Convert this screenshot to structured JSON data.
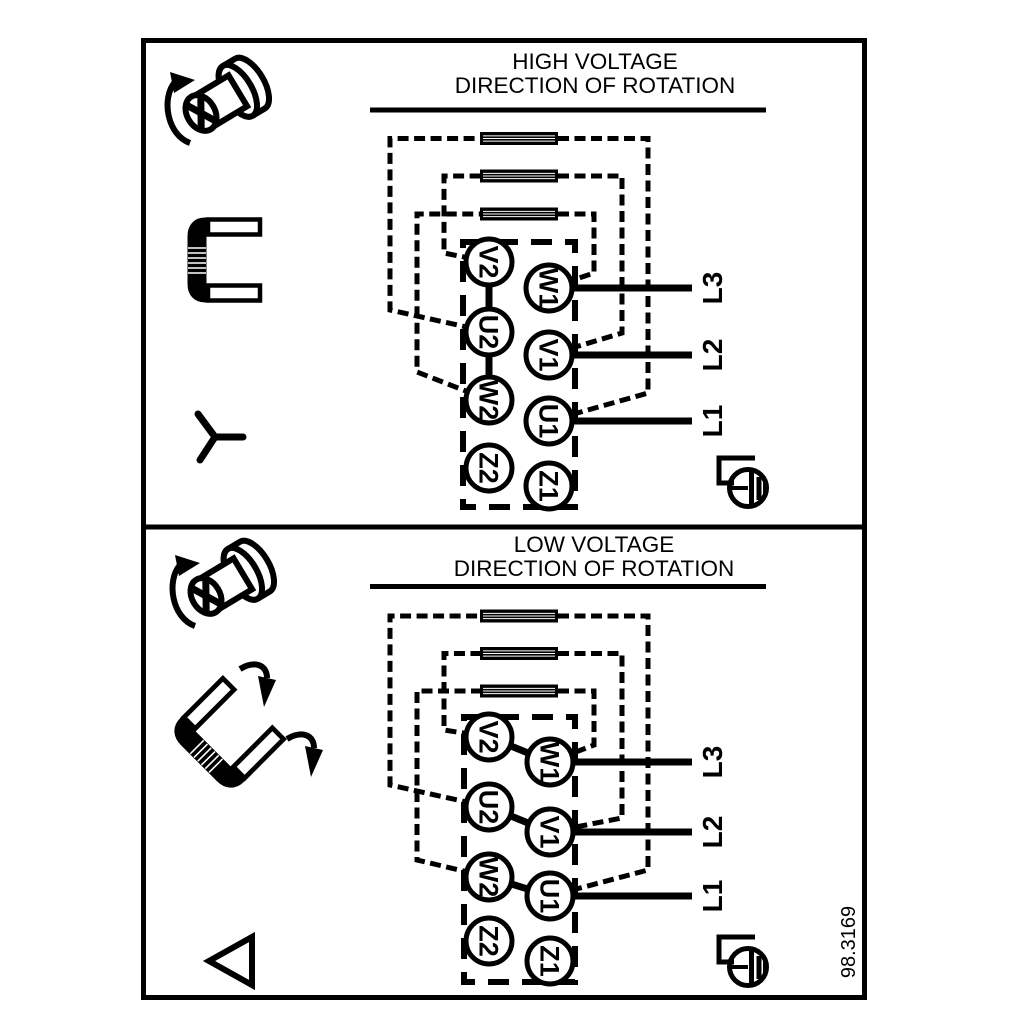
{
  "colors": {
    "ink": "#000000",
    "paper": "#ffffff"
  },
  "figure_number": "98.3169",
  "panels": [
    {
      "id": "high-voltage",
      "title_line1": "HIGH VOLTAGE",
      "title_line2": "DIRECTION OF ROTATION",
      "connection": "star",
      "connection_symbol": "star-icon",
      "terminals_left": [
        "V2",
        "U2",
        "W2",
        "Z2"
      ],
      "terminals_right": [
        "W1",
        "V1",
        "U1",
        "Z1"
      ],
      "supply_lines": [
        "L3",
        "L2",
        "L1"
      ]
    },
    {
      "id": "low-voltage",
      "title_line1": "LOW VOLTAGE",
      "title_line2": "DIRECTION OF ROTATION",
      "connection": "delta",
      "connection_symbol": "delta-icon",
      "terminals_left": [
        "V2",
        "U2",
        "W2",
        "Z2"
      ],
      "terminals_right": [
        "W1",
        "V1",
        "U1",
        "Z1"
      ],
      "supply_lines": [
        "L3",
        "L2",
        "L1"
      ]
    }
  ]
}
